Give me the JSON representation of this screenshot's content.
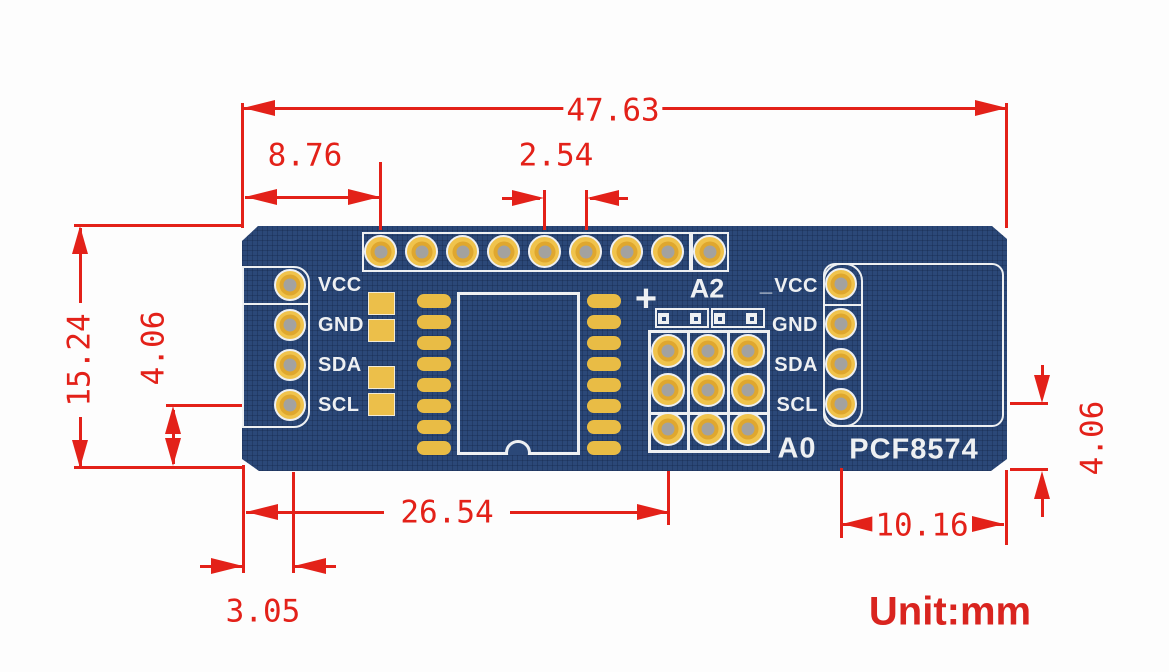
{
  "unit": {
    "label": "Unit:mm"
  },
  "dimensions": {
    "board_width": "47.63",
    "header_left_offset": "8.76",
    "pin_pitch": "2.54",
    "board_height": "15.24",
    "left_pin_bottom_offset": "4.06",
    "grid_span": "26.54",
    "left_edge_to_pins": "3.05",
    "right_pin_to_edge": "10.16",
    "right_pin_bottom_offset": "4.06"
  },
  "board": {
    "left_connector_labels": [
      "VCC",
      "GND",
      "SDA",
      "SCL"
    ],
    "right_connector_labels": [
      "VCC",
      "GND",
      "SDA",
      "SCL"
    ],
    "jumper": {
      "plus": "+",
      "name": "A2",
      "minus": "_"
    },
    "chip": {
      "prefix": "A0",
      "part": "PCF8574"
    }
  },
  "colors": {
    "board_blue": "#2b4878",
    "pad_yellow": "#f0c34c",
    "silkscreen_white": "#eef0f2",
    "dimension_red": "#e32119",
    "background": "#fdfdfd"
  }
}
